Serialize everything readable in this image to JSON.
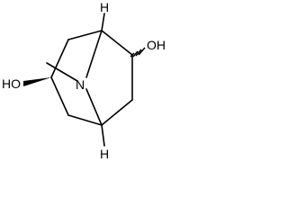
{
  "molecule": {
    "atoms": {
      "h_top": "H",
      "h_bottom": "H",
      "oh_right": "OH",
      "ho_left": "HO",
      "n_bridge": "N"
    },
    "bond_color": "#000000",
    "background": "#ffffff"
  }
}
